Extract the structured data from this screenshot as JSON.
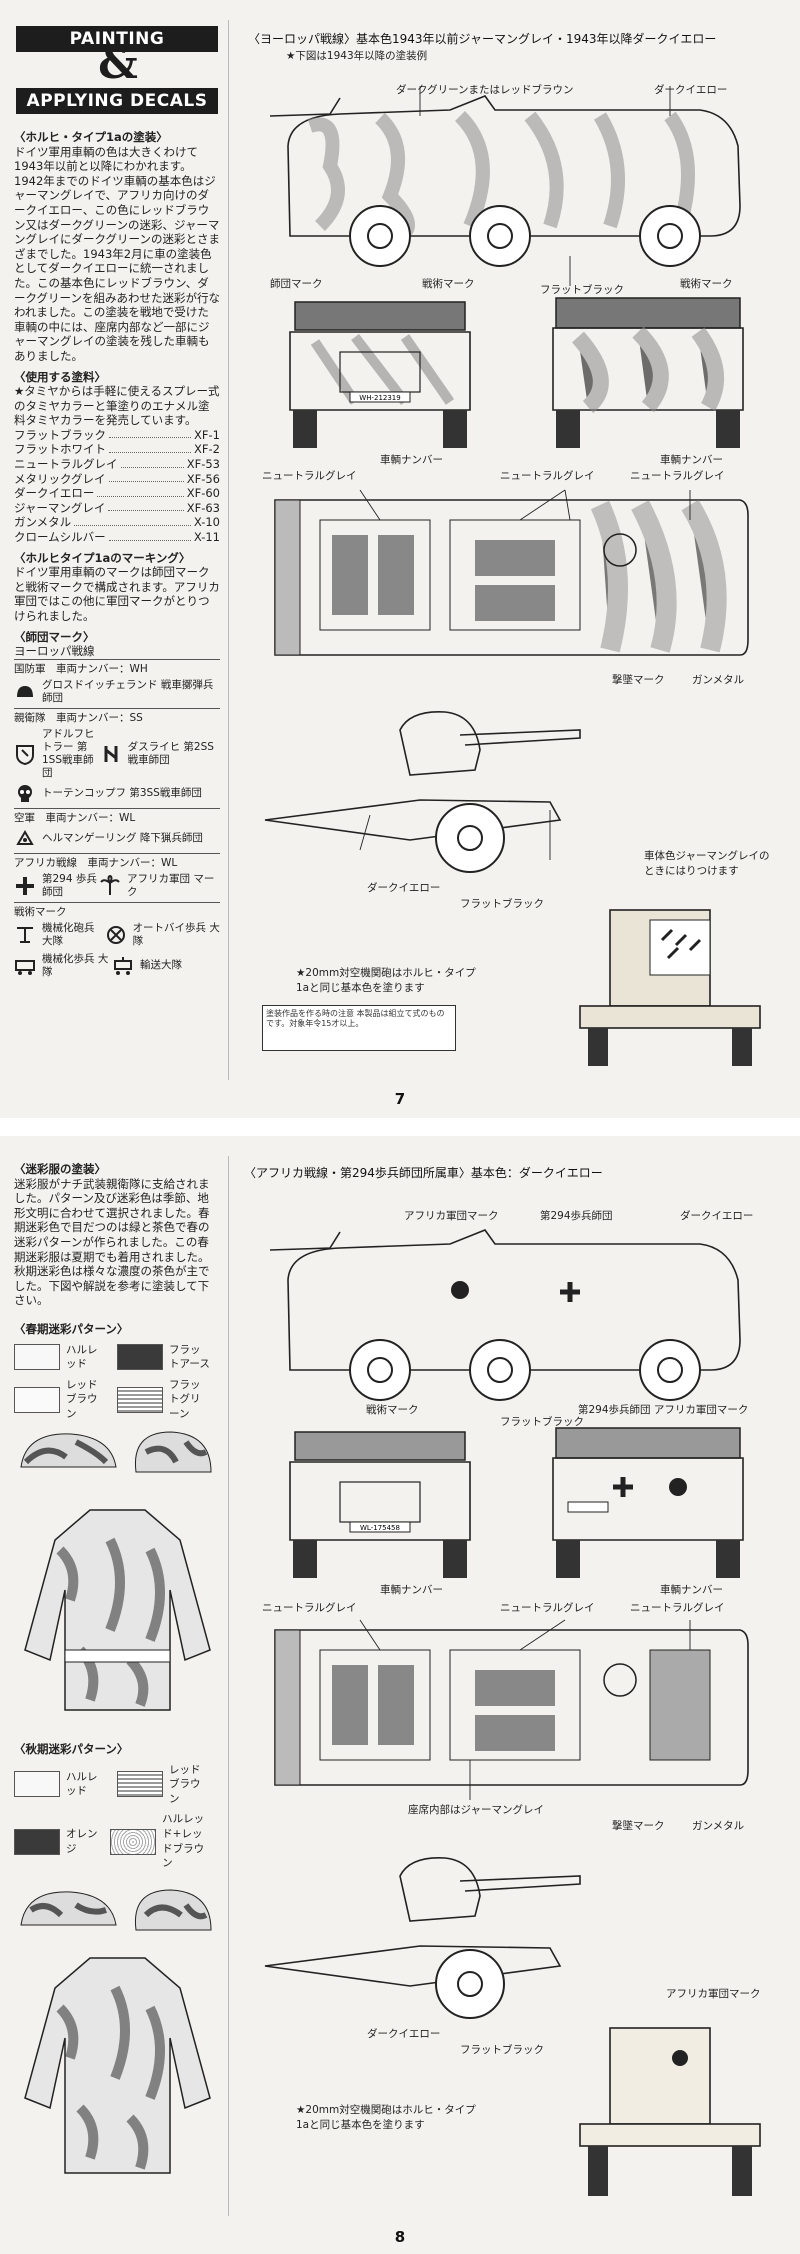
{
  "page7": {
    "header": {
      "line1": "PAINTING",
      "amp": "&",
      "line2": "APPLYING DECALS"
    },
    "painting_title": "〈ホルヒ・タイプ1aの塗装〉",
    "painting_text": "ドイツ軍用車輌の色は大きくわけて1943年以前と以降にわかれます。1942年までのドイツ車輌の基本色はジャーマングレイで、アフリカ向けのダークイエロー、この色にレッドブラウン又はダークグリーンの迷彩、ジャーマングレイにダークグリーンの迷彩とさまざまでした。1943年2月に車の塗装色としてダークイエローに統一されました。この基本色にレッドブラウン、ダークグリーンを組みあわせた迷彩が行なわれました。この塗装を戦地で受けた車輌の中には、座席内部など一部にジャーマングレイの塗装を残した車輌もありました。",
    "paints_title": "〈使用する塗料〉",
    "paints_text": "★タミヤからは手軽に使えるスプレー式のタミヤカラーと筆塗りのエナメル塗料タミヤカラーを発売しています。",
    "paints": [
      {
        "name": "フラットブラック",
        "code": "XF-1"
      },
      {
        "name": "フラットホワイト",
        "code": "XF-2"
      },
      {
        "name": "ニュートラルグレイ",
        "code": "XF-53"
      },
      {
        "name": "メタリックグレイ",
        "code": "XF-56"
      },
      {
        "name": "ダークイエロー",
        "code": "XF-60"
      },
      {
        "name": "ジャーマングレイ",
        "code": "XF-63"
      },
      {
        "name": "ガンメタル",
        "code": "X-10"
      },
      {
        "name": "クロームシルバー",
        "code": "X-11"
      }
    ],
    "marking_title": "〈ホルヒタイプ1aのマーキング〉",
    "marking_text": "ドイツ軍用車輌のマークは師団マークと戦術マークで構成されます。アフリカ軍団ではこの他に軍団マークがとりつけられました。",
    "div_title": "〈師団マーク〉",
    "div_sub": "ヨーロッパ戦線",
    "insignia": [
      {
        "title": "国防軍　車両ナンバー：WH",
        "items": [
          "グロスドイッチェランド 戦車擲弾兵師団"
        ]
      },
      {
        "title": "親衛隊　車両ナンバー：SS",
        "items": [
          "アドルフヒトラー 第1SS戦車師団",
          "ダスライヒ 第2SS戦車師団",
          "トーテンコップフ 第3SS戦車師団"
        ]
      },
      {
        "title": "空軍　車両ナンバー：WL",
        "items": [
          "ヘルマンゲーリング 降下猟兵師団"
        ]
      },
      {
        "title": "アフリカ戦線　車両ナンバー：WL",
        "items": [
          "第294 歩兵師団",
          "アフリカ軍団 マーク"
        ]
      }
    ],
    "tactical_title": "戦術マーク",
    "tactical": [
      "機械化砲兵 大隊",
      "オートバイ歩兵 大隊",
      "機械化歩兵 大隊",
      "輸送大隊"
    ],
    "main_title": "〈ヨーロッパ戦線〉基本色1943年以前ジャーマングレイ・1943年以降ダークイエロー",
    "main_sub": "★下図は1943年以降の塗装例",
    "labels": {
      "dg_or_rb": "ダークグリーンまたはレッドブラウン",
      "dark_yellow": "ダークイエロー",
      "flat_black": "フラットブラック",
      "div_mark": "師団マーク",
      "tac_mark": "戦術マーク",
      "plate": "車輌ナンバー",
      "plate_value": "WH-212319",
      "neutral_grey": "ニュートラルグレイ",
      "emblem": "撃墜マーク",
      "gunmetal": "ガンメタル",
      "base_note": "車体色ジャーマングレイのときにはりつけます"
    },
    "gun_note": "★20mm対空機関砲はホルヒ・タイプ1aと同じ基本色を塗ります",
    "notice": "塗装作品を作る時の注意 本製品は組立て式のものです。対象年令15才以上。",
    "page_number": "7"
  },
  "page8": {
    "camo_title": "〈迷彩服の塗装〉",
    "camo_text": "迷彩服がナチ武装親衛隊に支給されました。パターン及び迷彩色は季節、地形文明に合わせて選択されました。春期迷彩色で目だつのは緑と茶色で春の迷彩パターンが作られました。この春期迷彩服は夏期でも着用されました。秋期迷彩色は様々な濃度の茶色が主でした。下図や解説を参考に塗装して下さい。",
    "spring_title": "〈春期迷彩パターン〉",
    "spring_swatches": [
      "ハルレッド",
      "フラットアース",
      "レッドブラウン",
      "フラットグリーン"
    ],
    "autumn_title": "〈秋期迷彩パターン〉",
    "autumn_swatches": [
      "ハルレッド",
      "レッドブラウン",
      "オレンジ",
      "ハルレッド+レッドブラウン"
    ],
    "main_title": "〈アフリカ戦線・第294歩兵師団所属車〉基本色：ダークイエロー",
    "labels": {
      "afrika_mark": "アフリカ軍団マーク",
      "div294": "第294歩兵師団",
      "dark_yellow": "ダークイエロー",
      "flat_black": "フラットブラック",
      "tac_mark": "戦術マーク",
      "div294_afrika": "第294歩兵師団 アフリカ軍団マーク",
      "plate": "車輌ナンバー",
      "plate_value": "WL-175458",
      "neutral_grey": "ニュートラルグレイ",
      "seat_note": "座席内部はジャーマングレイ",
      "emblem": "撃墜マーク",
      "gunmetal": "ガンメタル"
    },
    "gun_note": "★20mm対空機関砲はホルヒ・タイプ1aと同じ基本色を塗ります",
    "page_number": "8"
  },
  "colors": {
    "dark_yellow": "#ece6d4",
    "camo": "#9a9a9a",
    "ink": "#222222"
  }
}
